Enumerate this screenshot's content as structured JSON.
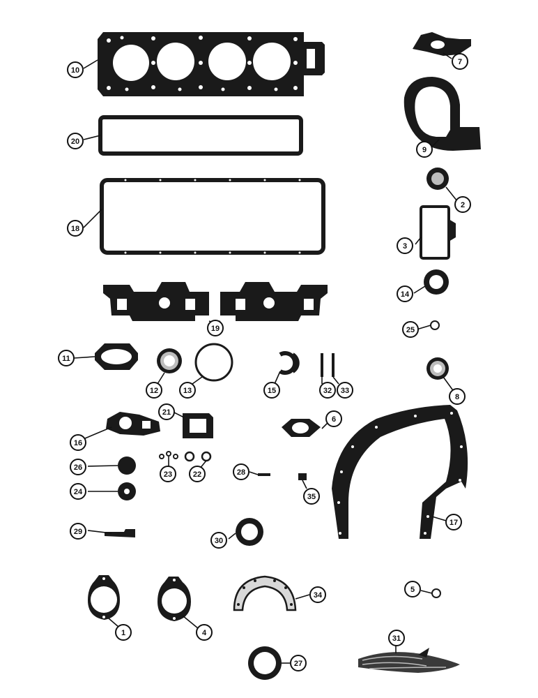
{
  "diagram": {
    "callouts": [
      {
        "id": "c10",
        "label": "10"
      },
      {
        "id": "c20",
        "label": "20"
      },
      {
        "id": "c18",
        "label": "18"
      },
      {
        "id": "c19",
        "label": "19"
      },
      {
        "id": "c11",
        "label": "11"
      },
      {
        "id": "c12",
        "label": "12"
      },
      {
        "id": "c13",
        "label": "13"
      },
      {
        "id": "c15",
        "label": "15"
      },
      {
        "id": "c32",
        "label": "32"
      },
      {
        "id": "c33",
        "label": "33"
      },
      {
        "id": "c21",
        "label": "21"
      },
      {
        "id": "c16",
        "label": "16"
      },
      {
        "id": "c6",
        "label": "6"
      },
      {
        "id": "c26",
        "label": "26"
      },
      {
        "id": "c23",
        "label": "23"
      },
      {
        "id": "c22",
        "label": "22"
      },
      {
        "id": "c28",
        "label": "28"
      },
      {
        "id": "c24",
        "label": "24"
      },
      {
        "id": "c35",
        "label": "35"
      },
      {
        "id": "c29",
        "label": "29"
      },
      {
        "id": "c30",
        "label": "30"
      },
      {
        "id": "c7",
        "label": "7"
      },
      {
        "id": "c9",
        "label": "9"
      },
      {
        "id": "c2",
        "label": "2"
      },
      {
        "id": "c3",
        "label": "3"
      },
      {
        "id": "c14",
        "label": "14"
      },
      {
        "id": "c25",
        "label": "25"
      },
      {
        "id": "c8",
        "label": "8"
      },
      {
        "id": "c17",
        "label": "17"
      },
      {
        "id": "c1",
        "label": "1"
      },
      {
        "id": "c4",
        "label": "4"
      },
      {
        "id": "c34",
        "label": "34"
      },
      {
        "id": "c5",
        "label": "5"
      },
      {
        "id": "c27",
        "label": "27"
      },
      {
        "id": "c31",
        "label": "31"
      }
    ]
  }
}
